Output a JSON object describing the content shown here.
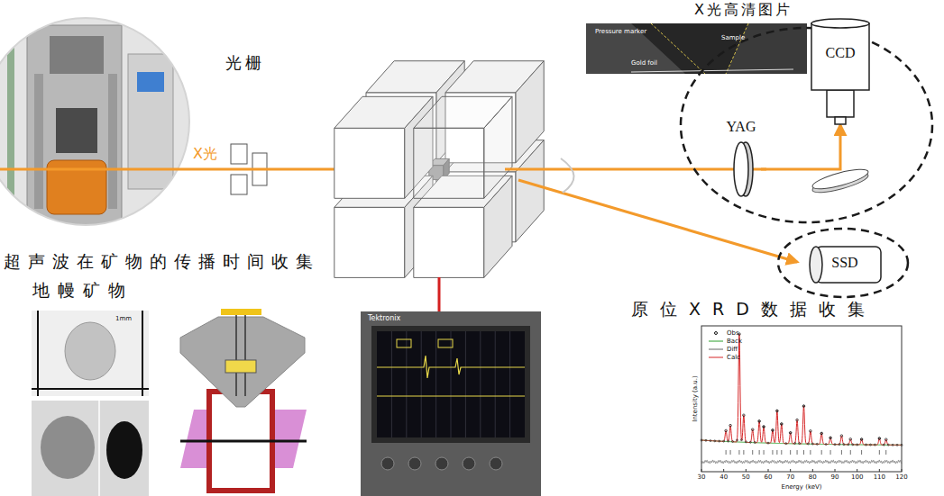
{
  "diagram": {
    "nodes": [
      {
        "text": [
          "X光高清图片"
        ]
      },
      {
        "text": [
          "YAG"
        ],
        "in": 0
      },
      {
        "text": [
          "CCD"
        ],
        "in": 0
      },
      {
        "text": [
          "SSD"
        ]
      }
    ],
    "edges": [
      {
        "from": 1,
        "to": 2,
        "arrow": "to"
      }
    ],
    "labels": [
      "X光",
      "光栅",
      "Pressure marker",
      "Sample",
      "Gold foil",
      "超声波在矿物的传播时间收集",
      "地幔矿物",
      "1mm",
      "Tektronix",
      "原位XRD数据收集",
      "Obs",
      "Back",
      "Diff",
      "Calc",
      "Intensity (a.u.)",
      "Energy (keV)",
      "30",
      "40",
      "50",
      "60",
      "70",
      "80",
      "90",
      "100",
      "110",
      "120"
    ]
  }
}
